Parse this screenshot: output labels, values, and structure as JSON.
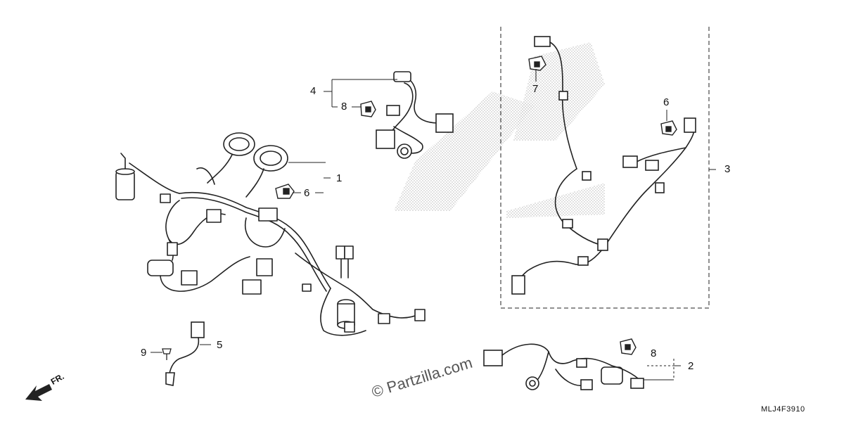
{
  "callouts": {
    "c1": "1",
    "c2": "2",
    "c3": "3",
    "c4": "4",
    "c5": "5",
    "c6a": "6",
    "c6b": "6",
    "c7": "7",
    "c8a": "8",
    "c8b": "8",
    "c9": "9"
  },
  "direction_label": "FR.",
  "watermark": "© Partzilla.com",
  "diagram_code": "MLJ4F3910",
  "colors": {
    "line": "#222222",
    "stipple": "#9a9a9a"
  }
}
